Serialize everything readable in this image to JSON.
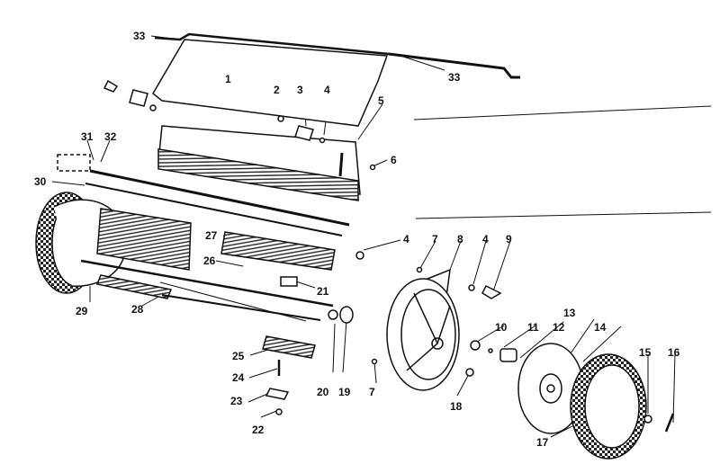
{
  "style": {
    "ink": "#111111",
    "paper": "#ffffff",
    "hatch": "#333333"
  },
  "callouts": [
    {
      "id": "c33a",
      "label": "33"
    },
    {
      "id": "c33b",
      "label": "33"
    },
    {
      "id": "c1",
      "label": "1"
    },
    {
      "id": "c2",
      "label": "2"
    },
    {
      "id": "c3",
      "label": "3"
    },
    {
      "id": "c4a",
      "label": "4"
    },
    {
      "id": "c5",
      "label": "5"
    },
    {
      "id": "c6",
      "label": "6"
    },
    {
      "id": "c31",
      "label": "31"
    },
    {
      "id": "c32",
      "label": "32"
    },
    {
      "id": "c30",
      "label": "30"
    },
    {
      "id": "c27",
      "label": "27"
    },
    {
      "id": "c4b",
      "label": "4"
    },
    {
      "id": "c7a",
      "label": "7"
    },
    {
      "id": "c8",
      "label": "8"
    },
    {
      "id": "c4c",
      "label": "4"
    },
    {
      "id": "c9",
      "label": "9"
    },
    {
      "id": "c26",
      "label": "26"
    },
    {
      "id": "c21",
      "label": "21"
    },
    {
      "id": "c29",
      "label": "29"
    },
    {
      "id": "c28",
      "label": "28"
    },
    {
      "id": "c10",
      "label": "10"
    },
    {
      "id": "c11",
      "label": "11"
    },
    {
      "id": "c12",
      "label": "12"
    },
    {
      "id": "c13",
      "label": "13"
    },
    {
      "id": "c14",
      "label": "14"
    },
    {
      "id": "c25",
      "label": "25"
    },
    {
      "id": "c24",
      "label": "24"
    },
    {
      "id": "c20",
      "label": "20"
    },
    {
      "id": "c19",
      "label": "19"
    },
    {
      "id": "c7b",
      "label": "7"
    },
    {
      "id": "c18",
      "label": "18"
    },
    {
      "id": "c15",
      "label": "15"
    },
    {
      "id": "c16",
      "label": "16"
    },
    {
      "id": "c23",
      "label": "23"
    },
    {
      "id": "c22",
      "label": "22"
    },
    {
      "id": "c17",
      "label": "17"
    }
  ]
}
